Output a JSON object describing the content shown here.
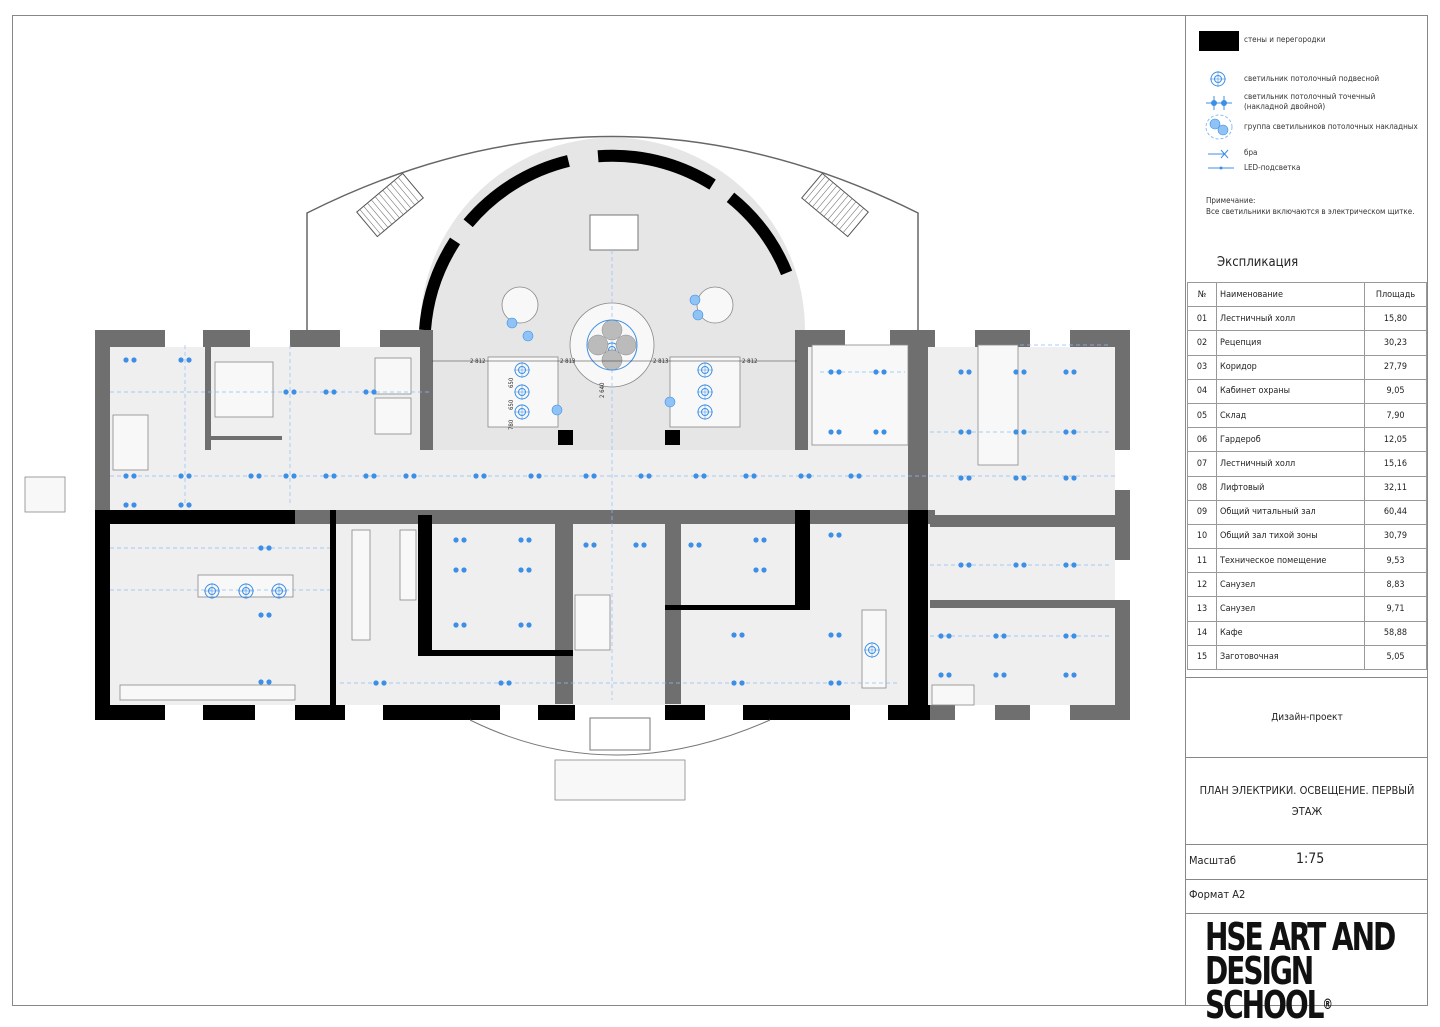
{
  "legend": {
    "items": [
      {
        "icon": "wall-swatch-icon",
        "label": "стены и перегородки"
      },
      {
        "icon": "pendant-light-icon",
        "label": "светильник потолочный подвесной"
      },
      {
        "icon": "double-spot-light-icon",
        "label": "светильник потолочный точечный (накладной двойной)"
      },
      {
        "icon": "light-group-icon",
        "label": "группа светильников потолочных накладных"
      },
      {
        "icon": "sconce-icon",
        "label": "бра"
      },
      {
        "icon": "led-strip-icon",
        "label": "LED-подсветка"
      }
    ],
    "note_title": "Примечание:",
    "note_text": "Все светильники включаются в электрическом щитке."
  },
  "explication": {
    "title": "Экспликация",
    "headers": [
      "№",
      "Наименование",
      "Площадь"
    ],
    "rows": [
      [
        "01",
        "Лестничный холл",
        "15,80"
      ],
      [
        "02",
        "Рецепция",
        "30,23"
      ],
      [
        "03",
        "Коридор",
        "27,79"
      ],
      [
        "04",
        "Кабинет охраны",
        "9,05"
      ],
      [
        "05",
        "Склад",
        "7,90"
      ],
      [
        "06",
        "Гардероб",
        "12,05"
      ],
      [
        "07",
        "Лестничный холл",
        "15,16"
      ],
      [
        "08",
        "Лифтовый",
        "32,11"
      ],
      [
        "09",
        "Общий читальный зал",
        "60,44"
      ],
      [
        "10",
        "Общий зал тихой зоны",
        "30,79"
      ],
      [
        "11",
        "Техническое помещение",
        "9,53"
      ],
      [
        "12",
        "Санузел",
        "8,83"
      ],
      [
        "13",
        "Санузел",
        "9,71"
      ],
      [
        "14",
        "Кафе",
        "58,88"
      ],
      [
        "15",
        "Заготовочная",
        "5,05"
      ]
    ]
  },
  "title_block": {
    "project": "Дизайн-проект",
    "sheet_title": "ПЛАН ЭЛЕКТРИКИ. ОСВЕЩЕНИЕ. ПЕРВЫЙ ЭТАЖ",
    "scale_label": "Масштаб",
    "scale_value": "1:75",
    "format": "Формат А2",
    "logo": "HSE ART AND DESIGN SCHOOL"
  },
  "plan": {
    "dims": [
      "2 812",
      "2 813",
      "2 813",
      "2 812",
      "2 640",
      "650",
      "650",
      "780"
    ]
  },
  "colors": {
    "light": "#3d8fe6",
    "wall": "#000000",
    "wall_gray": "#6f6f6f",
    "floor": "#ebebeb"
  }
}
